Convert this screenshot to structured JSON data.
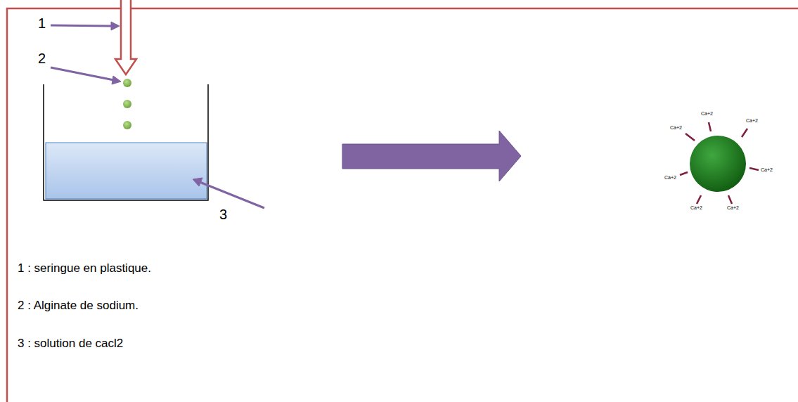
{
  "diagram": {
    "labels": [
      "1",
      "2",
      "3",
      "Ca+2",
      "Ca+2",
      "Ca+2",
      "Ca+2",
      "Ca+2",
      "Ca+2",
      "Ca+2",
      "1 : seringue en plastique.",
      "2 : Alginate de sodium.",
      "3 : solution de cacl2"
    ]
  }
}
